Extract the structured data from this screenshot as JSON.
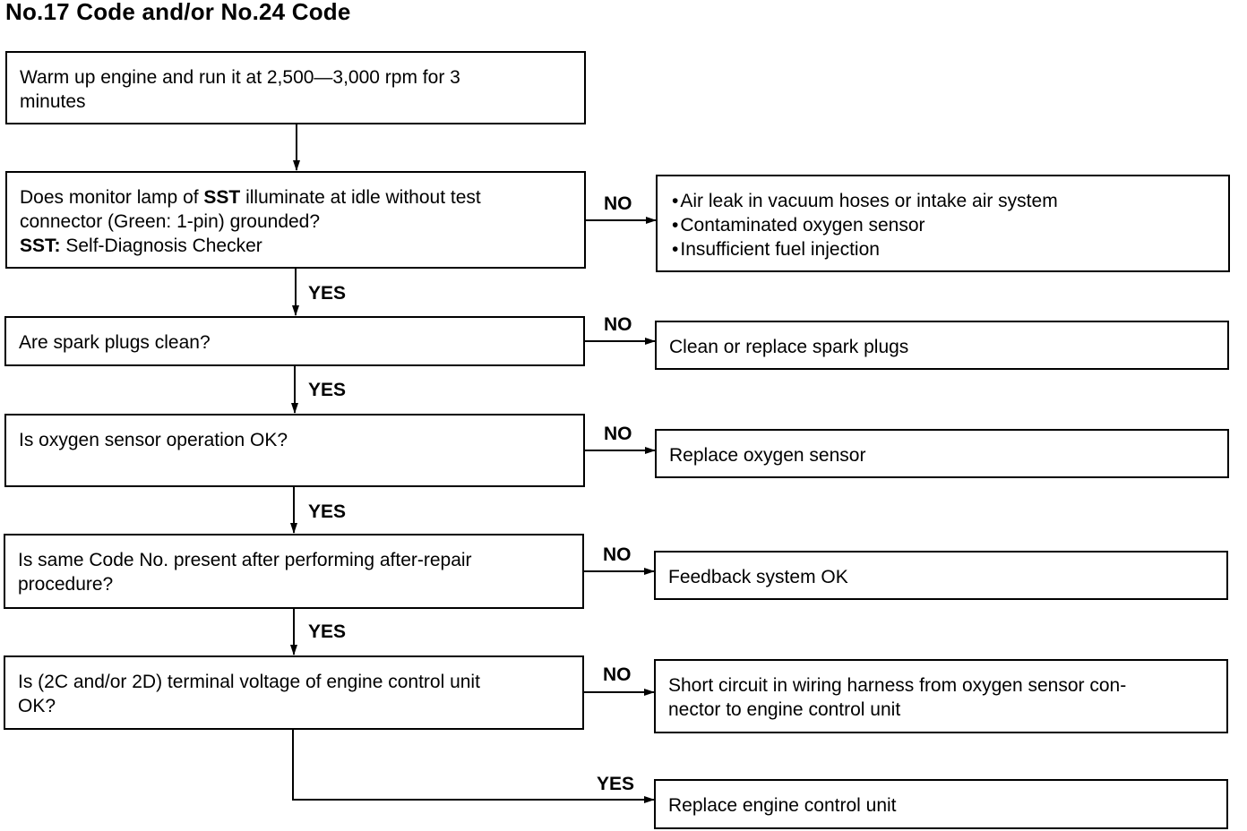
{
  "title": "No.17 Code and/or No.24 Code",
  "steps": [
    {
      "lines": [
        "Warm up engine and run it at 2,500—3,000 rpm for 3",
        "minutes"
      ]
    },
    {
      "lines": [
        "Does monitor lamp of ",
        "SST",
        " illuminate at idle without test",
        "connector (Green: 1-pin) grounded?",
        "SST:",
        " Self-Diagnosis Checker"
      ]
    },
    {
      "lines": [
        "Are spark plugs clean?"
      ]
    },
    {
      "lines": [
        "Is oxygen sensor operation OK?"
      ]
    },
    {
      "lines": [
        "Is same Code No. present after performing after-repair",
        "procedure?"
      ]
    },
    {
      "lines": [
        "Is (2C and/or 2D) terminal voltage of engine control unit",
        "OK?"
      ]
    }
  ],
  "results": [
    {
      "items": [
        "Air leak in vacuum hoses or intake air system",
        "Contaminated oxygen sensor",
        "Insufficient fuel injection"
      ]
    },
    {
      "text": "Clean or replace spark plugs"
    },
    {
      "text": "Replace oxygen sensor"
    },
    {
      "text": "Feedback system OK"
    },
    {
      "lines": [
        "Short circuit in wiring harness from oxygen sensor con-",
        "nector to engine control unit"
      ]
    },
    {
      "text": "Replace engine control unit"
    }
  ],
  "labels": {
    "yes": "YES",
    "no": "NO"
  }
}
